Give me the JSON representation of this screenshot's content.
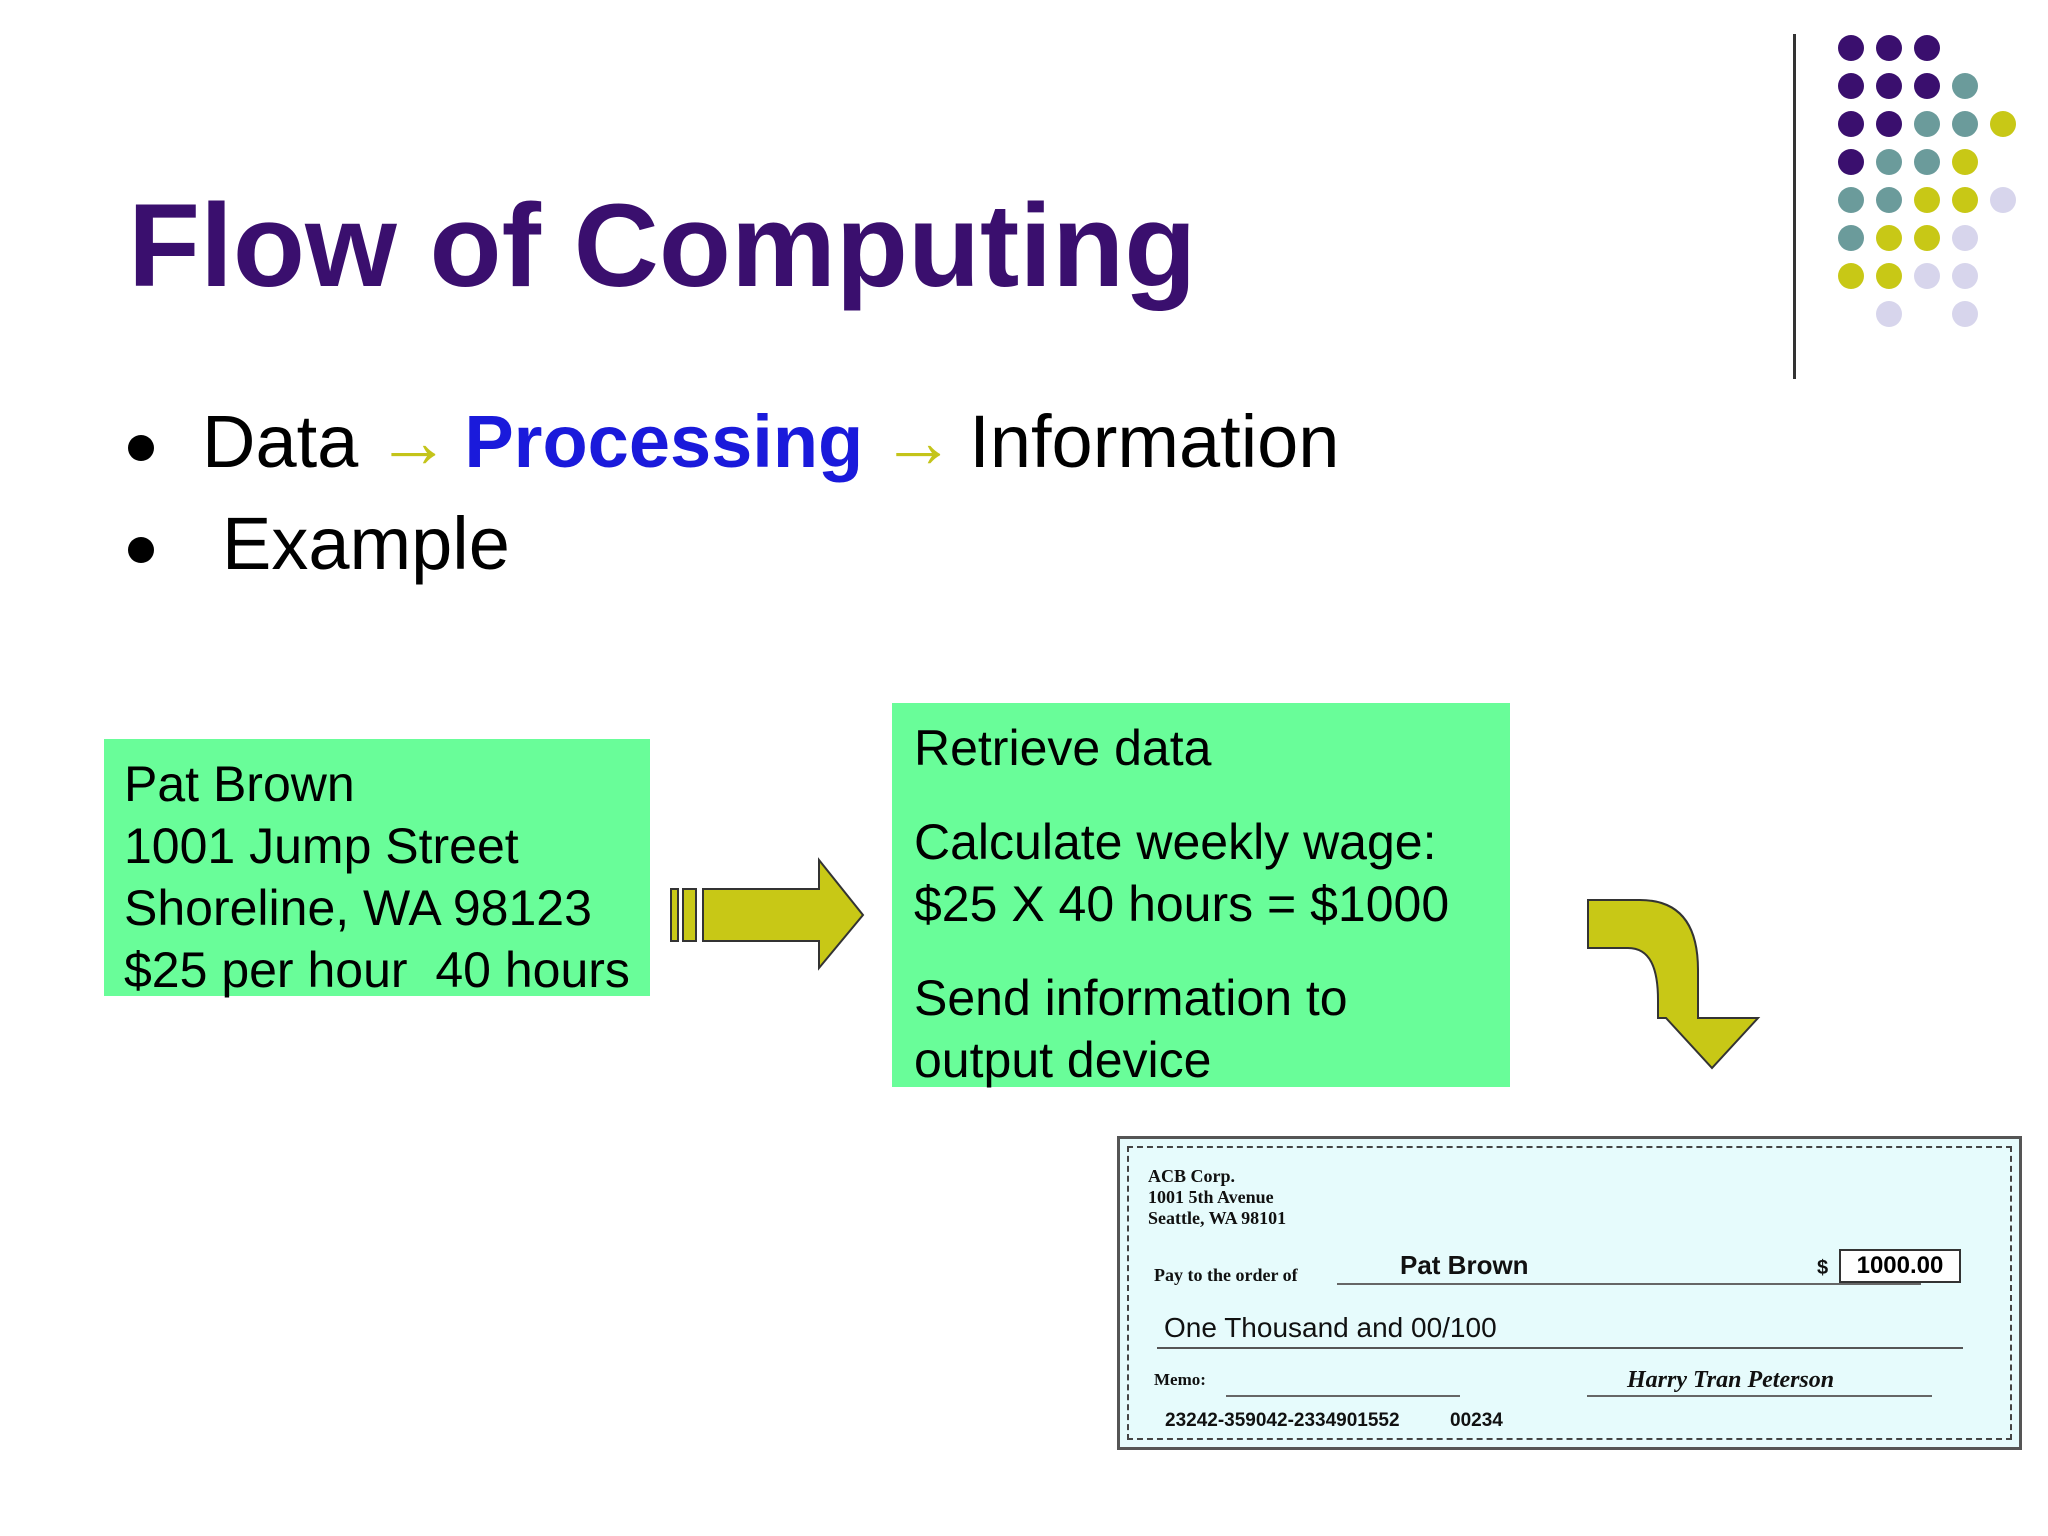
{
  "slide": {
    "title": "Flow of Computing",
    "bullets": {
      "first": {
        "data": "Data",
        "processing": "Processing",
        "information": "Information",
        "arrow": "→"
      },
      "second": "Example"
    }
  },
  "input_box": {
    "lines": [
      "Pat Brown",
      "1001 Jump Street",
      "Shoreline, WA 98123",
      "$25 per hour  40 hours"
    ]
  },
  "processing_box": {
    "step1": "Retrieve data",
    "step2_line1": "Calculate weekly wage:",
    "step2_line2": "$25 X 40 hours = $1000",
    "step3_line1": "Send information to",
    "step3_line2": "output device"
  },
  "check": {
    "company_name": "ACB Corp.",
    "company_street": "1001 5th Avenue",
    "company_city": "Seattle, WA 98101",
    "pay_to_label": "Pay to the order of",
    "payee": "Pat Brown",
    "dollar_sign": "$",
    "amount": "1000.00",
    "amount_words": "One Thousand and 00/100",
    "memo_label": "Memo:",
    "signature": "Harry Tran Peterson",
    "routing_number": "23242-359042-2334901552",
    "check_number": "00234"
  },
  "colors": {
    "title": "#3a0f6e",
    "processing": "#1a1adb",
    "arrow": "#c4c41a",
    "box_fill": "#69fd99",
    "dot_purple": "#3a0f6e",
    "dot_teal": "#6b9b9b",
    "dot_yellow": "#c8c816",
    "dot_lavender": "#d7d5ec"
  }
}
